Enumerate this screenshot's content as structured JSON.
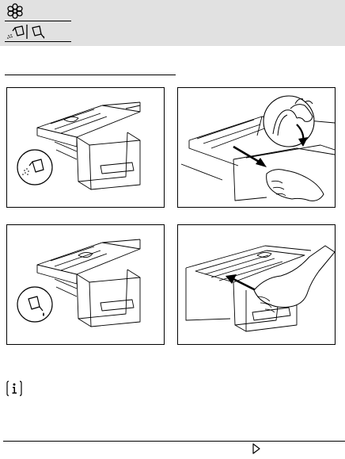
{
  "document": {
    "symbols": [
      {
        "icon": "flower-softener-icon"
      },
      {
        "icon": "prewash-detergent-icon"
      }
    ],
    "figures": [
      {
        "icon": "drawer-powder-figure"
      },
      {
        "icon": "drawer-pull-lever-figure"
      },
      {
        "icon": "drawer-liquid-figure"
      },
      {
        "icon": "drawer-push-in-figure"
      }
    ],
    "info_icon": "info-icon",
    "continue_icon": "next-page-arrow-icon"
  }
}
